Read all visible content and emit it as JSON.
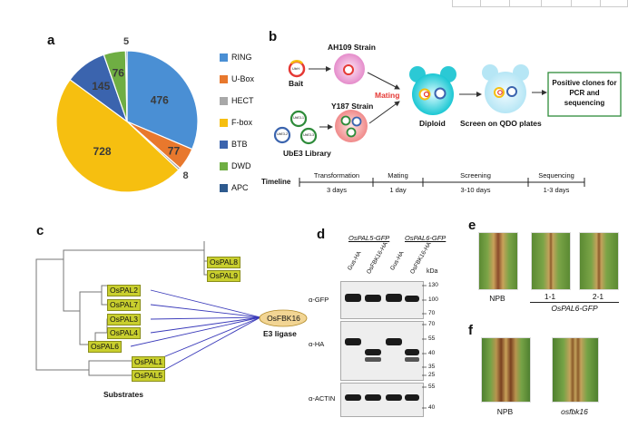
{
  "panels": {
    "a": "a",
    "b": "b",
    "c": "c",
    "d": "d",
    "e": "e",
    "f": "f"
  },
  "colors": {
    "RING": "#4a8fd4",
    "U-Box": "#e8782d",
    "HECT": "#a8a8a8",
    "F-box": "#f6bf10",
    "BTB": "#3b64ae",
    "DWD": "#6fae43",
    "APC": "#2e5a8e"
  },
  "chart_data": {
    "type": "pie",
    "categories": [
      "RING",
      "U-Box",
      "HECT",
      "F-box",
      "BTB",
      "DWD",
      "APC"
    ],
    "values": [
      476,
      77,
      8,
      728,
      145,
      76,
      5
    ],
    "value_labels": [
      "476",
      "77",
      "8",
      "728",
      "145",
      "76",
      "5"
    ],
    "legend_position": "right",
    "title": ""
  },
  "panel_b": {
    "ah109": "AH109 Strain",
    "y187": "Y187 Strain",
    "bait": "Bait",
    "ubh": "UbH",
    "library": "UbE3 Library",
    "ube3_labels": [
      "UbE3-1",
      "UbE3-2",
      "UbE3-3"
    ],
    "mating": "Mating",
    "diploid": "Diploid",
    "screen": "Screen on QDO plates",
    "positive": "Positive clones for PCR and sequencing",
    "timeline_label": "Timeline",
    "timeline": [
      {
        "stage": "Transformation",
        "duration": "3 days"
      },
      {
        "stage": "Mating",
        "duration": "1 day"
      },
      {
        "stage": "Screening",
        "duration": "3-10 days"
      },
      {
        "stage": "Sequencing",
        "duration": "1-3 days"
      }
    ]
  },
  "panel_c": {
    "pals": [
      "OsPAL8",
      "OsPAL9",
      "OsPAL2",
      "OsPAL7",
      "OsPAL3",
      "OsPAL4",
      "OsPAL6",
      "OsPAL1",
      "OsPAL5"
    ],
    "ligase": "OsFBK16",
    "ligase_caption": "E3 ligase",
    "substrates": "Substrates"
  },
  "panel_d": {
    "group1": "OsPAL5-GFP",
    "group2": "OsPAL6-GFP",
    "lanes": [
      "Gus-HA",
      "OsFBK16-HA",
      "Gus-HA",
      "OsFBK16-HA"
    ],
    "kda": "kDa",
    "rows": [
      "α-GFP",
      "α-HA",
      "α-ACTIN"
    ],
    "mw_gfp": [
      "130",
      "100",
      "70"
    ],
    "mw_ha": [
      "70",
      "55",
      "40",
      "35",
      "25"
    ],
    "mw_actin": [
      "55",
      "40"
    ]
  },
  "panel_e": {
    "npb": "NPB",
    "line1": "1-1",
    "line2": "2-1",
    "group": "OsPAL6-GFP"
  },
  "panel_f": {
    "npb": "NPB",
    "mutant": "osfbk16"
  }
}
